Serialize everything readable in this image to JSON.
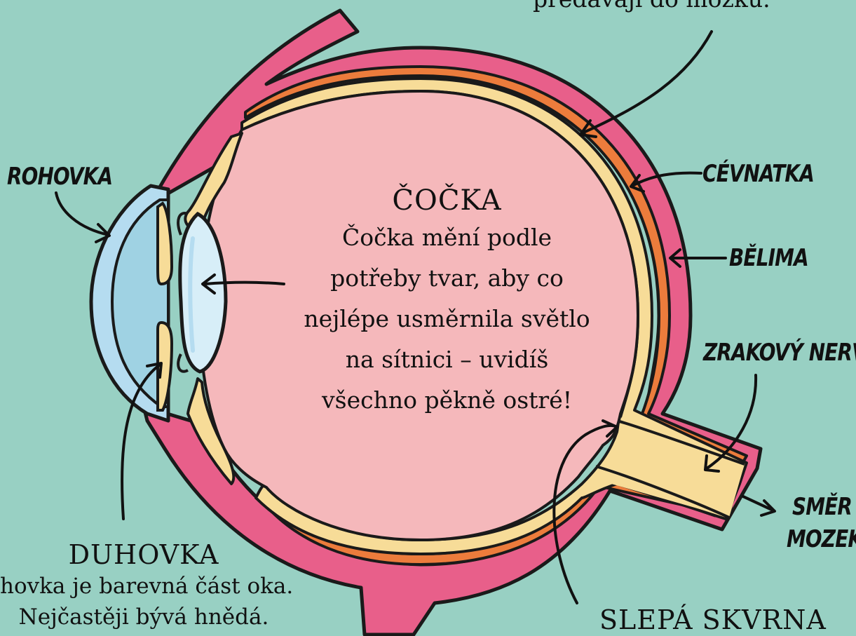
{
  "labels": {
    "top_text": "předávají do mozku.",
    "rohovka": "ROHOVKA",
    "cevnatka": "CÉVNATKA",
    "belima": "BĚLIMA",
    "zrakovy_nerv": "ZRAKOVÝ NERV",
    "smer_line1": "SMĚR",
    "smer_line2": "MOZEK",
    "slepa_skvrna": "SLEPÁ SKVRNA"
  },
  "cocka": {
    "title": "ČOČKA",
    "lines": [
      "Čočka mění podle",
      "potřeby tvar, aby co",
      "nejlépe usměrnila světlo",
      "na sítnici – uvidíš",
      "všechno pěkně ostré!"
    ]
  },
  "duhovka": {
    "title": "DUHOVKA",
    "line1": "hovka je barevná část oka.",
    "line2": "Nejčastěji bývá hnědá."
  },
  "colors": {
    "background": "#98d0c3",
    "sclera": "#e85f8a",
    "choroid": "#ec7c3c",
    "retina": "#f7dc98",
    "vitreous": "#f5b8bb",
    "cornea": "#b5dcf0",
    "aqueous": "#9fd2e3",
    "lens": "#d7eef8",
    "outline": "#1a1a1a"
  }
}
